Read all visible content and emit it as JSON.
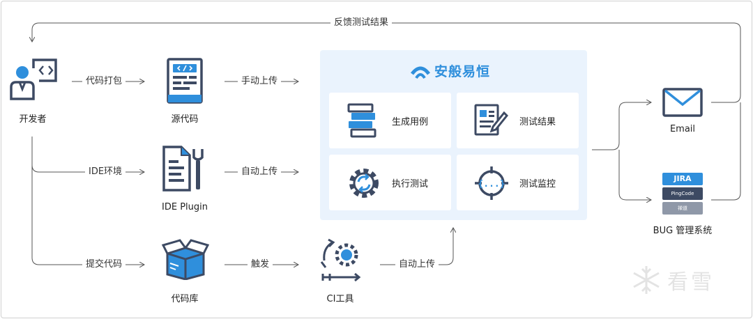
{
  "feedback_label": "反馈测试结果",
  "nodes": {
    "developer": "开发者",
    "source_code": "源代码",
    "ide_plugin": "IDE Plugin",
    "repo": "代码库",
    "ci_tool": "CI工具",
    "email": "Email",
    "bug_system": "BUG 管理系统"
  },
  "edges": {
    "package_code": "代码打包",
    "manual_upload": "手动上传",
    "ide_env": "IDE环境",
    "auto_upload_ide": "自动上传",
    "commit_code": "提交代码",
    "trigger": "触发",
    "auto_upload_ci": "自动上传"
  },
  "panel": {
    "brand": "安般易恒",
    "cards": [
      "生成用例",
      "测试结果",
      "执行测试",
      "测试监控"
    ]
  },
  "bug_badges": [
    "JIRA",
    "PingCode",
    "禅道"
  ],
  "watermark": "看雪",
  "colors": {
    "accent": "#2f8fdc",
    "dark": "#3d4a63",
    "panel": "#eaf3fd"
  }
}
